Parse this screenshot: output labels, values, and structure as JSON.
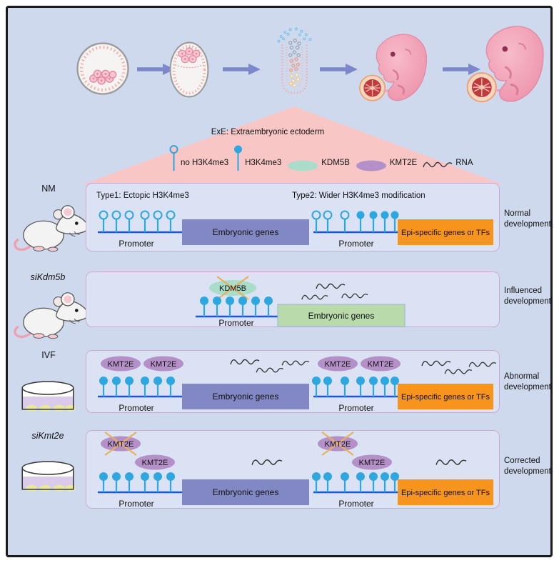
{
  "colors": {
    "background": "#cfd9ed",
    "frame_border": "#1a1a1a",
    "panel_bg": "#dae2f3",
    "panel_border": "#c9abd6",
    "arrow": "#7d87c9",
    "callout_triangle": "#f9c6c6",
    "lollipop": "#2ea7e0",
    "gene_line": "#1d55d4",
    "embryonic_genes_box": "#8288c4",
    "epi_specific_box": "#f6941e",
    "influenced_genes_box": "#b9daab",
    "kdm5b_ellipse": "#a9dcc9",
    "kmt2e_ellipse": "#b590c8",
    "knockout_cross": "#e9b05b",
    "rna_stroke": "#333333"
  },
  "flow": {
    "stages": [
      "blastocyst-early",
      "blastocyst-late",
      "egg-cylinder",
      "embryo-with-placenta",
      "embryo-with-placenta-large"
    ]
  },
  "callout": {
    "title": "ExE: Extraembryonic ectoderm"
  },
  "legend": {
    "items": [
      {
        "icon": "no-h3k4me3-open-lollipop",
        "label": "no H3K4me3"
      },
      {
        "icon": "h3k4me3-filled-lollipop",
        "label": "H3K4me3"
      },
      {
        "icon": "kdm5b-ellipse",
        "label": "KDM5B"
      },
      {
        "icon": "kmt2e-ellipse",
        "label": "KMT2E"
      },
      {
        "icon": "rna-squiggle",
        "label": "RNA"
      }
    ]
  },
  "rows": [
    {
      "label": "NM",
      "figure": "mouse",
      "outcome": "Normal development",
      "headers": {
        "type1": "Type1: Ectopic H3K4me3",
        "type2": "Type2: Wider H3K4me3 modification"
      },
      "left": {
        "marks": [
          "open",
          "open",
          "open",
          "open",
          "open",
          "open"
        ],
        "promoter": "Promoter",
        "gene": "Embryonic genes"
      },
      "right": {
        "marks": [
          "open",
          "open",
          "open",
          "filled",
          "filled",
          "filled",
          "filled"
        ],
        "promoter": "Promoter",
        "gene": "Epi-specific genes or TFs"
      }
    },
    {
      "label": "siKdm5b",
      "figure": "mouse",
      "outcome": "Influenced development",
      "enzyme": {
        "name": "KDM5B",
        "knocked_out": true
      },
      "left": {
        "marks": [
          "filled",
          "filled",
          "filled",
          "filled",
          "filled",
          "filled"
        ],
        "promoter": "Promoter",
        "gene": "Embryonic genes"
      }
    },
    {
      "label": "IVF",
      "figure": "culture-dish",
      "outcome": "Abnormal development",
      "enzyme": {
        "name": "KMT2E",
        "knocked_out": false
      },
      "left": {
        "marks": [
          "filled",
          "filled",
          "filled",
          "filled",
          "filled",
          "filled"
        ],
        "promoter": "Promoter",
        "gene": "Embryonic genes"
      },
      "right": {
        "marks": [
          "filled",
          "filled",
          "filled",
          "filled",
          "filled",
          "filled",
          "filled"
        ],
        "promoter": "Promoter",
        "gene": "Epi-specific genes or TFs"
      }
    },
    {
      "label": "siKmt2e",
      "figure": "culture-dish",
      "outcome": "Corrected development",
      "enzyme": {
        "name": "KMT2E",
        "knocked_out": true
      },
      "left": {
        "marks": [
          "filled",
          "filled",
          "filled",
          "filled",
          "filled",
          "filled"
        ],
        "promoter": "Promoter",
        "gene": "Embryonic genes"
      },
      "right": {
        "marks": [
          "filled",
          "filled",
          "filled",
          "filled",
          "filled",
          "filled",
          "filled"
        ],
        "promoter": "Promoter",
        "gene": "Epi-specific genes or TFs"
      }
    }
  ]
}
